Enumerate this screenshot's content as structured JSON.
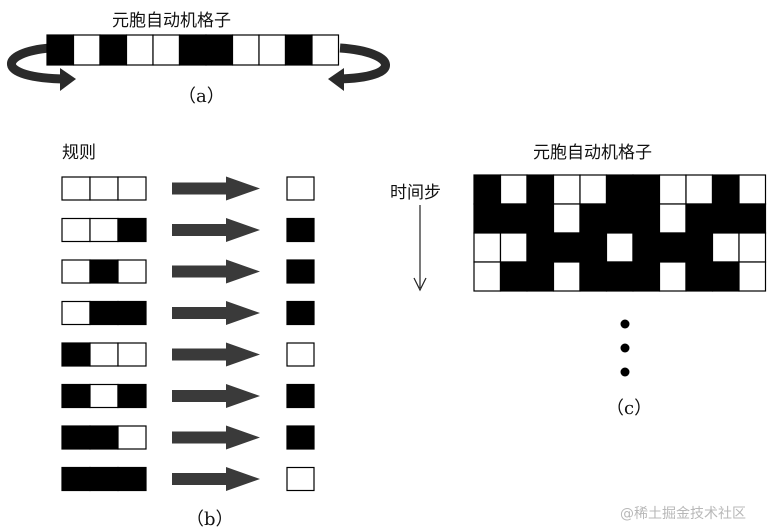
{
  "panel_a": {
    "title": "元胞自动机格子",
    "label": "（a）",
    "cells": [
      1,
      0,
      1,
      0,
      0,
      1,
      1,
      0,
      0,
      1,
      0
    ]
  },
  "panel_b": {
    "title": "规则",
    "label": "（b）",
    "rules": [
      {
        "input": [
          0,
          0,
          0
        ],
        "output": 0
      },
      {
        "input": [
          0,
          0,
          1
        ],
        "output": 1
      },
      {
        "input": [
          0,
          1,
          0
        ],
        "output": 1
      },
      {
        "input": [
          0,
          1,
          1
        ],
        "output": 1
      },
      {
        "input": [
          1,
          0,
          0
        ],
        "output": 0
      },
      {
        "input": [
          1,
          0,
          1
        ],
        "output": 1
      },
      {
        "input": [
          1,
          1,
          0
        ],
        "output": 1
      },
      {
        "input": [
          1,
          1,
          1
        ],
        "output": 0
      }
    ]
  },
  "panel_c": {
    "title": "元胞自动机格子",
    "time_label": "时间步",
    "label": "（c）",
    "grid": [
      [
        1,
        0,
        1,
        0,
        0,
        1,
        1,
        0,
        0,
        1,
        0
      ],
      [
        1,
        1,
        1,
        0,
        1,
        1,
        1,
        0,
        1,
        1,
        1
      ],
      [
        0,
        0,
        1,
        1,
        1,
        0,
        1,
        1,
        1,
        0,
        0
      ],
      [
        0,
        1,
        1,
        0,
        1,
        1,
        1,
        0,
        1,
        1,
        0
      ]
    ]
  },
  "watermark": "@稀土掘金技术社区",
  "colors": {
    "black": "#000000",
    "white": "#ffffff",
    "arrow": "#3a3a3a"
  }
}
